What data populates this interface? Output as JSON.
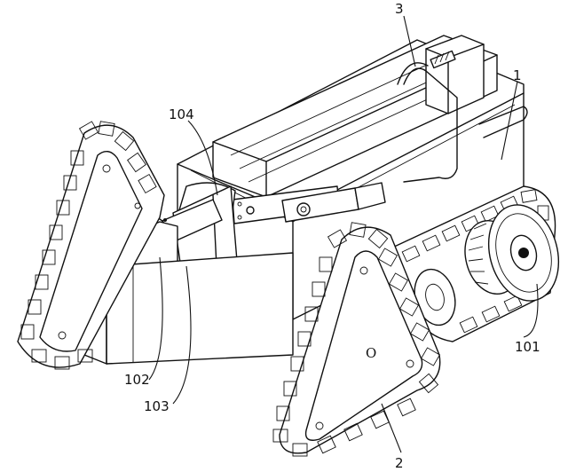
{
  "callouts": [
    {
      "id": "c3",
      "text": "3"
    },
    {
      "id": "c1",
      "text": "1"
    },
    {
      "id": "c104",
      "text": "104"
    },
    {
      "id": "c101",
      "text": "101"
    },
    {
      "id": "c102",
      "text": "102"
    },
    {
      "id": "c103",
      "text": "103"
    },
    {
      "id": "c2",
      "text": "2"
    }
  ],
  "plate_mark": "O"
}
